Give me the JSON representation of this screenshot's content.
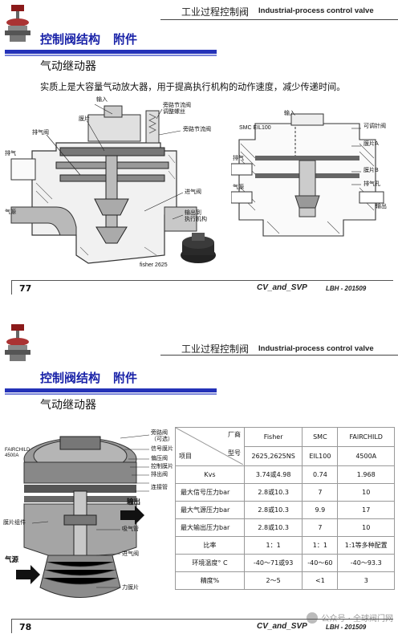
{
  "header": {
    "title_cn": "工业过程控制阀",
    "title_en": "Industrial-process control valve"
  },
  "slide1": {
    "title": "控制阀结构",
    "title_sub": "附件",
    "subtitle": "气动继动器",
    "description": "实质上是大容量气动放大器，用于提高执行机构的动作速度，减少传递时间。",
    "left_labels": {
      "input": "输入",
      "bypass_screw": "旁路节流阀\n调整螺丝",
      "diaphragm": "膜片",
      "bypass_valve": "旁路节流阀",
      "exhaust_valve": "排气阀",
      "exhaust": "排气",
      "supply_valve": "进气阀",
      "supply": "气源",
      "output": "输出到\n执行机构",
      "model": "fisher 2625"
    },
    "right_labels": {
      "model": "SMC EIL100",
      "input": "输入",
      "needle": "可调针阀",
      "diaphragm_a": "膜片A",
      "diaphragm_b": "膜片B",
      "exhaust_hole": "排气孔",
      "exhaust": "排气",
      "supply": "气源",
      "output": "输出"
    },
    "page": "77",
    "footer_cv": "CV_and_SVP",
    "footer_lbh": "LBH - 201509"
  },
  "slide2": {
    "title": "控制阀结构",
    "title_sub": "附件",
    "subtitle": "气动继动器",
    "diagram_labels": {
      "brand": "FAIRCHILD\n4500A",
      "bypass": "旁路阀\n（可选）",
      "signal_diaphragm": "信号膜片",
      "exhaust_valve": "偏压阀",
      "control_diaphragm": "控制膜片",
      "exhaust_valve2": "排出阀",
      "connector": "连接管",
      "diaphragm_assembly": "膜片组件",
      "output": "输出",
      "intake_pipe": "吸气管",
      "intake_valve": "进气阀",
      "supply": "气源",
      "force_diaphragm": "力膜片"
    },
    "table": {
      "head_vendor": "厂商",
      "head_item": "项目",
      "head_model": "型号",
      "vendors": [
        "Fisher",
        "SMC",
        "FAIRCHILD"
      ],
      "models": [
        "2625,2625NS",
        "EIL100",
        "4500A"
      ],
      "rows": [
        {
          "label": "Kvs",
          "values": [
            "3.74或4.98",
            "0.74",
            "1.968"
          ]
        },
        {
          "label": "最大信号压力bar",
          "values": [
            "2.8或10.3",
            "7",
            "10"
          ]
        },
        {
          "label": "最大气源压力bar",
          "values": [
            "2.8或10.3",
            "9.9",
            "17"
          ]
        },
        {
          "label": "最大输出压力bar",
          "values": [
            "2.8或10.3",
            "7",
            "10"
          ]
        },
        {
          "label": "比率",
          "values": [
            "1：1",
            "1：1",
            "1:1等多种配置"
          ]
        },
        {
          "label": "环境温度° C",
          "values": [
            "-40～71或93",
            "-40～60",
            "-40～93.3"
          ]
        },
        {
          "label": "精度%",
          "values": [
            "2～5",
            "<1",
            "3"
          ]
        }
      ]
    },
    "page": "78",
    "footer_cv": "CV_and_SVP",
    "footer_lbh": "LBH - 201509",
    "watermark": "公众号 · 全球阀门网"
  }
}
